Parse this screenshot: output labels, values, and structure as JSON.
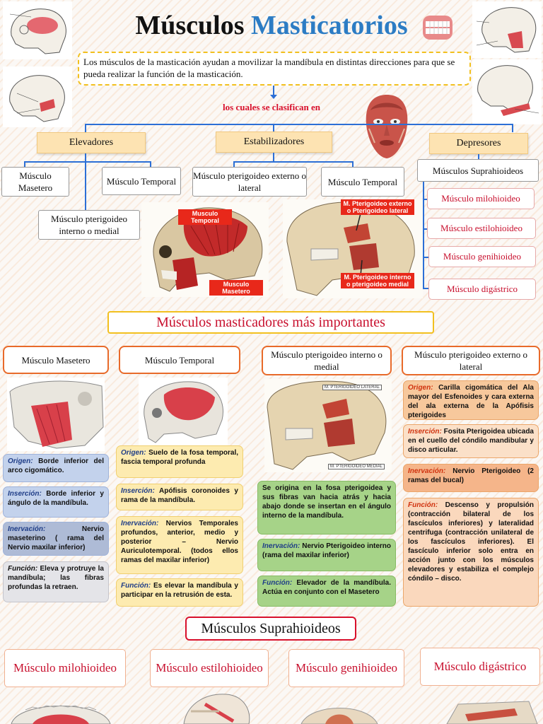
{
  "title": {
    "part1": "Músculos",
    "part2": "Masticatorios"
  },
  "intro": "Los músculos de la masticación ayudan a movilizar la mandíbula en distintas direcciones para que se pueda realizar la función de la masticación.",
  "clasif_label": "los cuales se clasifican en",
  "groups": {
    "elevadores": {
      "label": "Elevadores",
      "items": [
        "Músculo Masetero",
        "Músculo Temporal",
        "Músculo pterigoideo interno o medial"
      ]
    },
    "estabilizadores": {
      "label": "Estabilizadores",
      "items": [
        "Músculo pterigoideo externo o lateral",
        "Músculo Temporal"
      ]
    },
    "depresores": {
      "label": "Depresores",
      "items": [
        "Músculos Suprahioideos",
        "Músculo milohioideo",
        "Músculo estilohioideo",
        "Músculo genihioideo",
        "Músculo digástrico"
      ]
    }
  },
  "figure_labels": {
    "temporal": "Musculo Temporal",
    "masetero": "Musculo Masetero",
    "pter_ext": "M. Pterigoideo externo o Pterigoideo lateral",
    "pter_int": "M. Pterigoideo interno o pterigoideo medial",
    "pter_lat_small": "M. PTERIGOIDEO LATERAL",
    "pter_med_small": "M. PTERIGOIDEO MEDIAL"
  },
  "important_title": "Músculos masticadores más importantes",
  "masetero": {
    "title": "Músculo Masetero",
    "origen_label": "Origen:",
    "origen": "Borde inferior del arco cigomático.",
    "insercion_label": "Inserción:",
    "insercion": "Borde inferior y ángulo de la mandíbula.",
    "inervacion_label": "Inervación:",
    "inervacion": "Nervio maseterino ( rama del Nervio maxilar inferior)",
    "funcion_label": "Función:",
    "funcion": "Eleva y protruye la mandíbula; las fibras profundas la retraen."
  },
  "temporal": {
    "title": "Músculo Temporal",
    "origen_label": "Origen:",
    "origen": "Suelo de la fosa temporal, fascia temporal profunda",
    "insercion_label": "Inserción:",
    "insercion": "Apófisis coronoides y rama de la mandíbula.",
    "inervacion_label": "Inervación:",
    "inervacion": "Nervios Temporales profundos, anterior, medio y posterior – Nervio Auriculotemporal. (todos ellos ramas del maxilar inferior)",
    "funcion_label": "Función:",
    "funcion": "Es elevar la mandíbula y participar en la retrusión de esta."
  },
  "pter_medial": {
    "title": "Músculo pterigoideo interno o medial",
    "desc": "Se origina en la fosa pterigoidea y sus fibras van hacia atrás y hacia abajo donde se insertan en el ángulo interno de la mandíbula.",
    "inervacion_label": "Inervación:",
    "inervacion": "Nervio Pterigoideo interno (rama del maxilar inferior)",
    "funcion_label": "Función:",
    "funcion": "Elevador de la mandíbula. Actúa en conjunto con el Masetero"
  },
  "pter_lateral": {
    "title": "Músculo pterigoideo externo o lateral",
    "origen_label": "Origen:",
    "origen": "Carilla cigomática del Ala mayor del Esfenoides y cara externa del ala externa de la Apófisis pterigoides",
    "insercion_label": "Inserción:",
    "insercion": "Fosita Pterigoidea ubicada en el cuello del cóndilo mandibular y disco articular.",
    "inervacion_label": "Inervación:",
    "inervacion": "Nervio Pterigoideo (2 ramas del bucal)",
    "funcion_label": "Función:",
    "funcion": "Descenso y propulsión (contracción bilateral de los fascículos inferiores) y lateralidad centrifuga (contracción unilateral de los fascículos inferiores). El fascículo inferior solo entra en acción junto con los músculos elevadores y estabiliza el complejo cóndilo – disco."
  },
  "supra_title": "Músculos Suprahioideos",
  "supra_items": [
    "Músculo milohioideo",
    "Músculo estilohioideo",
    "Músculo genihioideo",
    "Músculo digástrico"
  ]
}
